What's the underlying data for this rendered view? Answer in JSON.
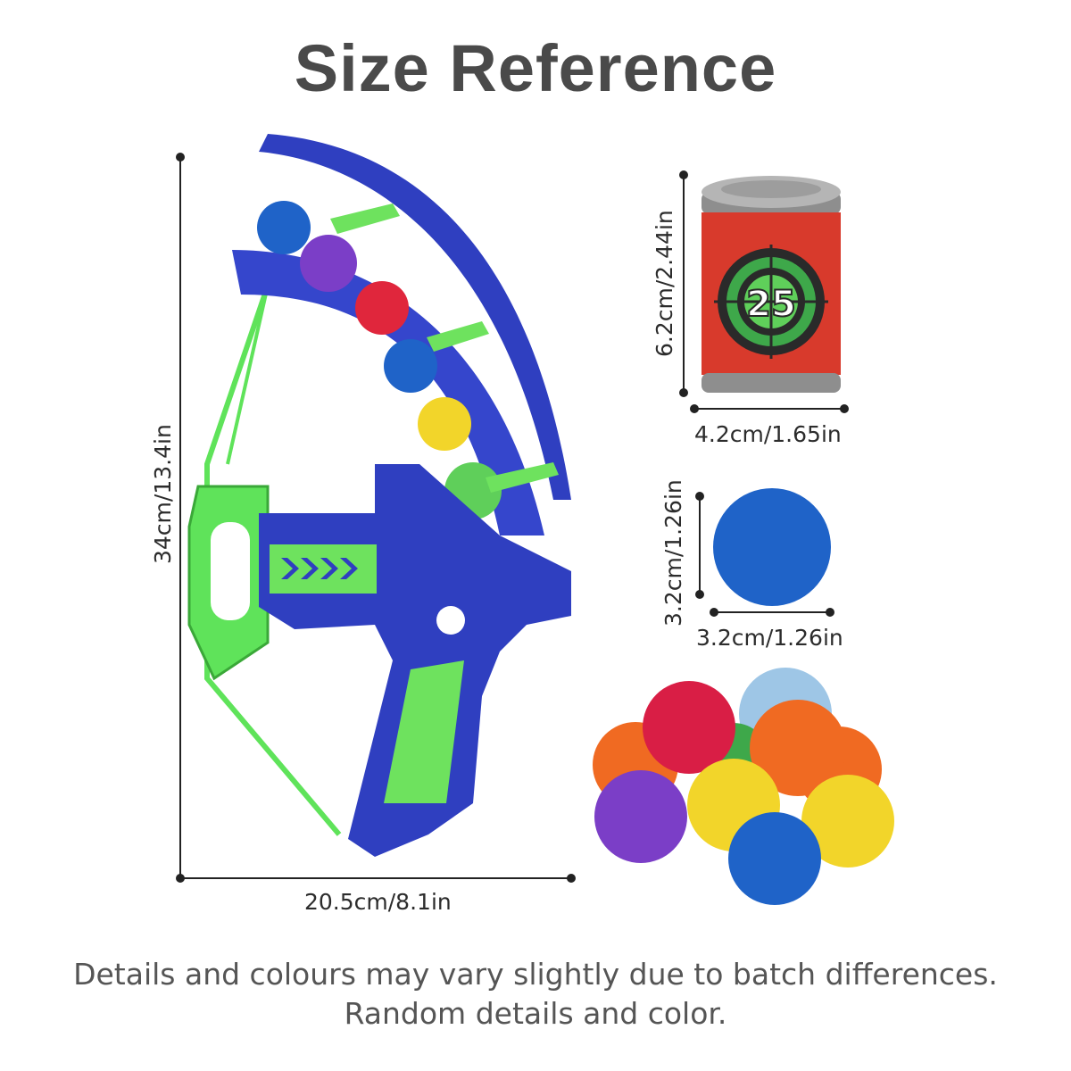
{
  "title": "Size Reference",
  "bow": {
    "height_label": "34cm/13.4in",
    "width_label": "20.5cm/8.1in"
  },
  "can": {
    "height_label": "6.2cm/2.44in",
    "width_label": "4.2cm/1.65in",
    "target_number": "25"
  },
  "ball": {
    "height_label": "3.2cm/1.26in",
    "width_label": "3.2cm/1.26in"
  },
  "footer": {
    "line1": "Details and colours may vary slightly due to batch differences.",
    "line2": "Random details and color."
  },
  "colors": {
    "bow_blue": "#2f3fc0",
    "bow_green": "#5fe35a",
    "can_red": "#d83a2c",
    "can_green": "#3ea84a",
    "ball_blue": "#1f63c8"
  }
}
